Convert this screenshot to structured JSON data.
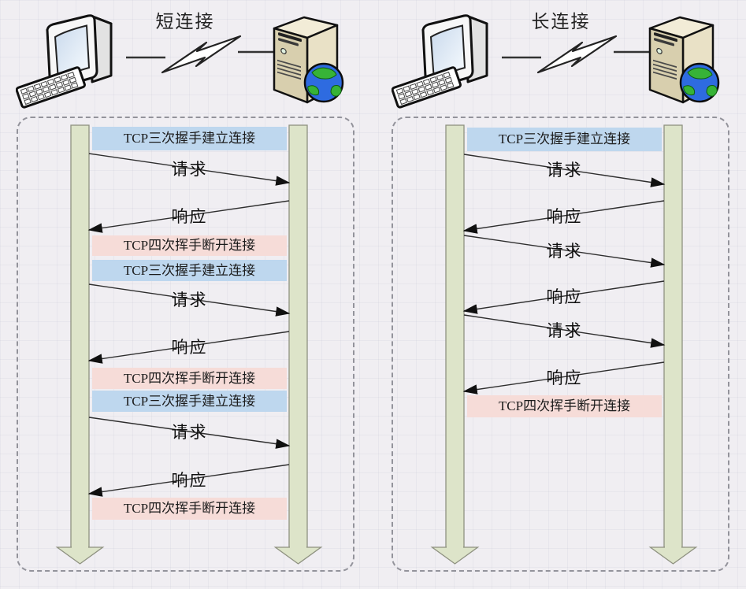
{
  "colors": {
    "background": "#f0eef2",
    "establish_band": "#bed7ee",
    "teardown_band": "#f6dcd8",
    "lifeline": "#dde4c9",
    "panel_border": "#93939b"
  },
  "panels": [
    {
      "id": "short",
      "title": "短连接",
      "events": [
        {
          "type": "establish",
          "label": "TCP三次握手建立连接"
        },
        {
          "type": "request",
          "label": "请求"
        },
        {
          "type": "response",
          "label": "响应"
        },
        {
          "type": "teardown",
          "label": "TCP四次挥手断开连接"
        },
        {
          "type": "establish",
          "label": "TCP三次握手建立连接"
        },
        {
          "type": "request",
          "label": "请求"
        },
        {
          "type": "response",
          "label": "响应"
        },
        {
          "type": "teardown",
          "label": "TCP四次挥手断开连接"
        },
        {
          "type": "establish",
          "label": "TCP三次握手建立连接"
        },
        {
          "type": "request",
          "label": "请求"
        },
        {
          "type": "response",
          "label": "响应"
        },
        {
          "type": "teardown",
          "label": "TCP四次挥手断开连接"
        }
      ]
    },
    {
      "id": "long",
      "title": "长连接",
      "events": [
        {
          "type": "establish",
          "label": "TCP三次握手建立连接"
        },
        {
          "type": "request",
          "label": "请求"
        },
        {
          "type": "response",
          "label": "响应"
        },
        {
          "type": "request",
          "label": "请求"
        },
        {
          "type": "response",
          "label": "响应"
        },
        {
          "type": "request",
          "label": "请求"
        },
        {
          "type": "response",
          "label": "响应"
        },
        {
          "type": "teardown",
          "label": "TCP四次挥手断开连接"
        }
      ]
    }
  ],
  "icons": [
    "computer-icon",
    "lightning-link-icon",
    "server-icon",
    "globe-icon"
  ]
}
